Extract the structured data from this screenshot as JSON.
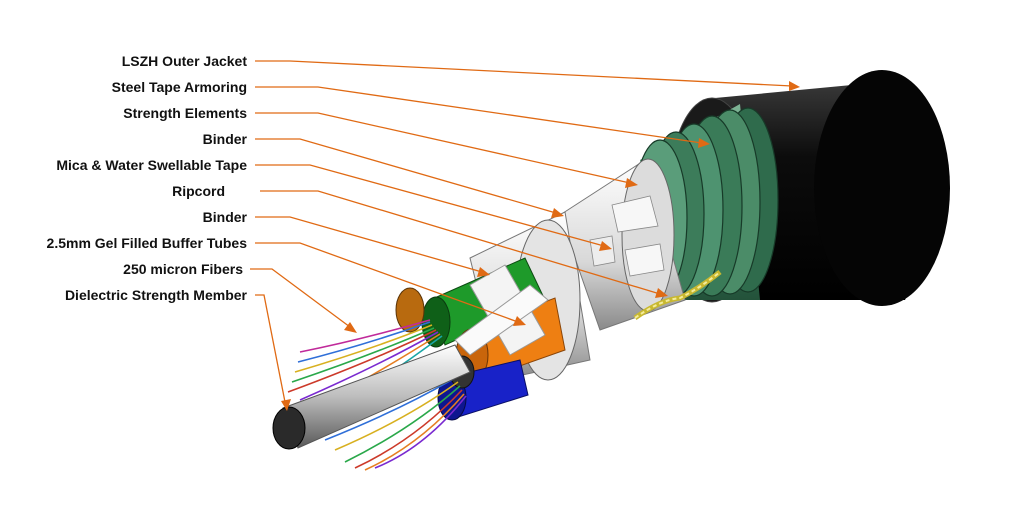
{
  "labels": [
    "LSZH Outer Jacket",
    "Steel Tape Armoring",
    "Strength Elements",
    "Binder",
    "Mica & Water Swellable Tape",
    "Ripcord",
    "Binder",
    "2.5mm Gel Filled Buffer Tubes",
    "250 micron Fibers",
    "Dielectric Strength Member"
  ],
  "colors": {
    "leader": "#e06a14",
    "jacket": "#111111",
    "armor": "#3d7a5a",
    "tube_green": "#1e9a2a",
    "tube_orange": "#ee7f12",
    "tube_blue": "#1822c8",
    "tape": "#e8e8e8",
    "ripcord": "#e9e07a"
  },
  "icons": [
    "cable-cross-section-illustration"
  ]
}
